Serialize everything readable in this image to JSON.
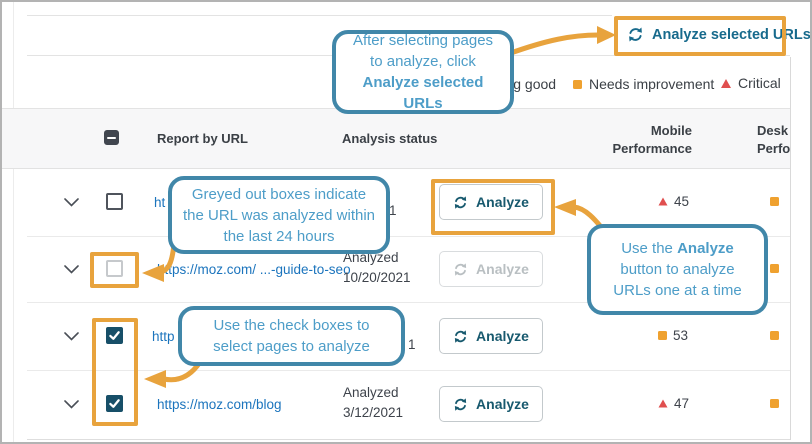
{
  "toolbar": {
    "analyze_selected": "Analyze selected URLs"
  },
  "legend": {
    "looking_good": "Looking good",
    "needs_improvement": "Needs improvement",
    "critical": "Critical"
  },
  "table": {
    "headers": {
      "report": "Report by URL",
      "status": "Analysis status",
      "mobile_line1": "Mobile",
      "mobile_line2": "Performance",
      "desktop_line1": "Desk",
      "desktop_line2": "Performa"
    },
    "rows": [
      {
        "url_fragment": "ht",
        "status_fragment": "1",
        "button": "Analyze",
        "mobile_value": "45"
      },
      {
        "url": "https://moz.com/ ...-guide-to-seo",
        "status_line1": "Analyzed",
        "status_line2": "10/20/2021",
        "button": "Analyze"
      },
      {
        "url_fragment": "http",
        "status_fragment": "1",
        "button": "Analyze",
        "mobile_value": "53"
      },
      {
        "url": "https://moz.com/blog",
        "status_line1": "Analyzed",
        "status_line2": "3/12/2021",
        "button": "Analyze",
        "mobile_value": "47"
      }
    ]
  },
  "callouts": {
    "c1": {
      "pre": "After selecting pages to analyze, click ",
      "bold": "Analyze selected URLs"
    },
    "c2": {
      "text": "Greyed out boxes indicate the URL was analyzed within the last 24 hours"
    },
    "c3": {
      "text": "Use the check boxes to select pages to analyze"
    },
    "c4": {
      "pre": "Use the ",
      "bold": "Analyze",
      "post": " button to analyze URLs one at a time"
    }
  },
  "colors": {
    "annotation_orange": "#E8A33D",
    "callout_border": "#4187A9",
    "callout_text": "#4D9DC8",
    "link_blue": "#1B74BD",
    "button_teal": "#17596E",
    "critical_red": "#E04F4F",
    "warning_orange": "#EFA12F",
    "checked_checkbox": "#174F68"
  }
}
